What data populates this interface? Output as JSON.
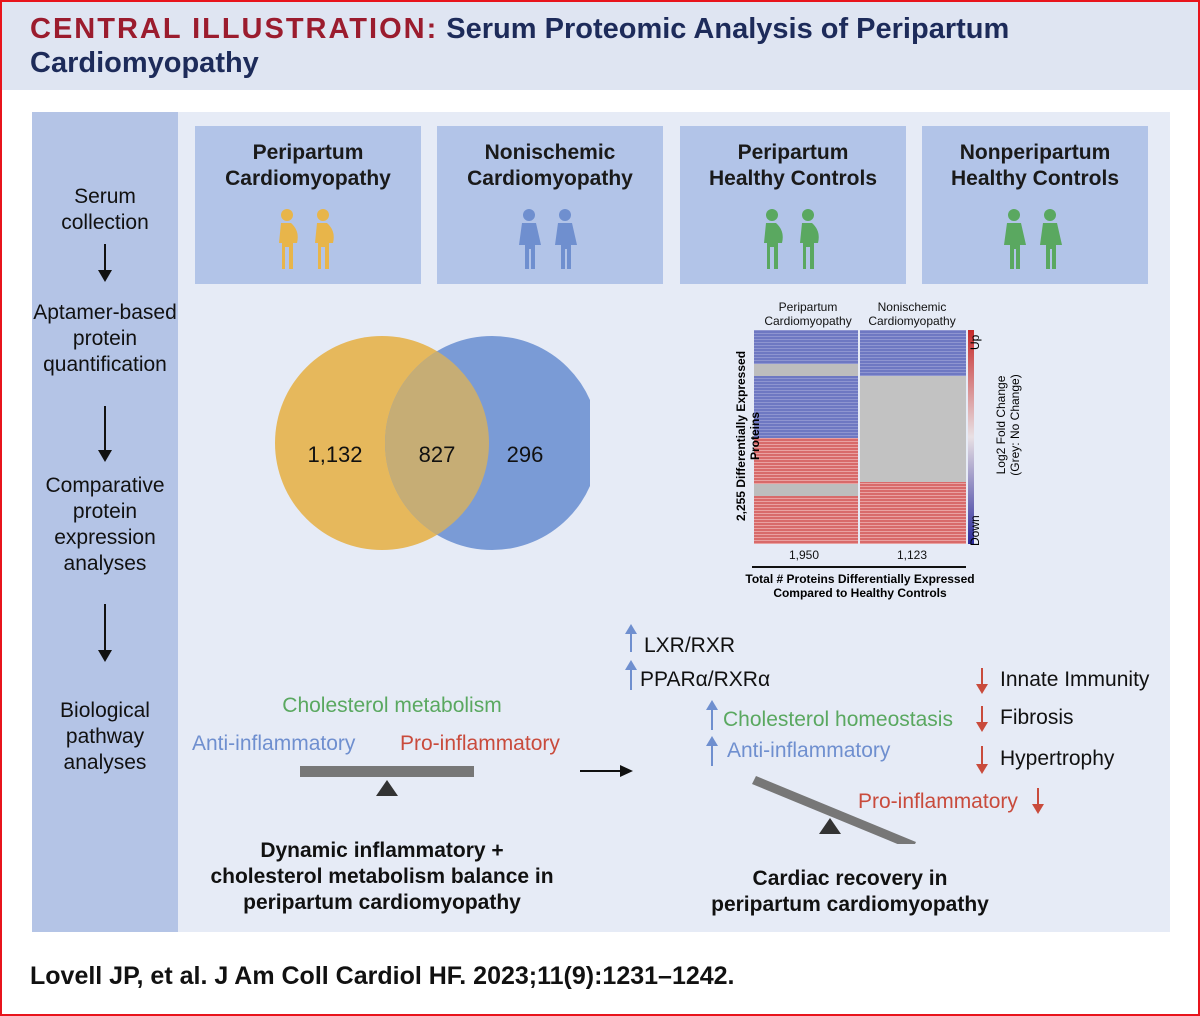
{
  "header": {
    "title_prefix": "CENTRAL ILLUSTRATION:",
    "title_main": "Serum Proteomic Analysis of Peripartum Cardiomyopathy",
    "colors": {
      "prefix": "#9b1c2e",
      "title": "#1d2b5a",
      "background": "#dfe5f2"
    }
  },
  "steps": [
    "Serum collection",
    "Aptamer-based protein quantification",
    "Comparative protein expression analyses",
    "Biological pathway analyses"
  ],
  "groups": [
    {
      "name": "Peripartum\nCardiomyopathy",
      "icon": "pregnant-women-icon",
      "color": "#e8b54a"
    },
    {
      "name": "Nonischemic\nCardiomyopathy",
      "icon": "women-icon",
      "color": "#6f8fcf"
    },
    {
      "name": "Peripartum\nHealthy Controls",
      "icon": "pregnant-women-icon",
      "color": "#5aa860"
    },
    {
      "name": "Nonperipartum\nHealthy Controls",
      "icon": "women-icon",
      "color": "#5aa860"
    }
  ],
  "venn": {
    "left_only": "1,132",
    "overlap": "827",
    "right_only": "296",
    "left_color": "#e6b85c",
    "right_color": "#7a9bd6"
  },
  "heatmap": {
    "col1": "Peripartum\nCardiomyopathy",
    "col2": "Nonischemic\nCardiomyopathy",
    "y_label": "2,255 Differentially Expressed Proteins",
    "legend_title": "Log2 Fold Change",
    "legend_sub": "(Grey: No Change)",
    "up": "Up",
    "down": "Down",
    "count1": "1,950",
    "count2": "1,123",
    "caption_line1": "Total # Proteins Differentially Expressed",
    "caption_line2": "Compared to Healthy Controls"
  },
  "left_balance": {
    "top": "Cholesterol metabolism",
    "left": "Anti-inflammatory",
    "right": "Pro-inflammatory",
    "caption": "Dynamic inflammatory +\ncholesterol metabolism balance in\nperipartum cardiomyopathy"
  },
  "right_balance": {
    "up1": "LXR/RXR",
    "up2": "PPARα/RXRα",
    "up3": "Cholesterol homeostasis",
    "up4": "Anti-inflammatory",
    "down1": "Innate Immunity",
    "down2": "Fibrosis",
    "down3": "Hypertrophy",
    "pro": "Pro-inflammatory",
    "caption": "Cardiac recovery in\nperipartum cardiomyopathy"
  },
  "citation": "Lovell JP, et al. J Am Coll Cardiol HF. 2023;11(9):1231–1242.",
  "colors": {
    "green": "#5aa860",
    "blue": "#6f8fcf",
    "red": "#c94b3c",
    "gold": "#e8b54a"
  }
}
